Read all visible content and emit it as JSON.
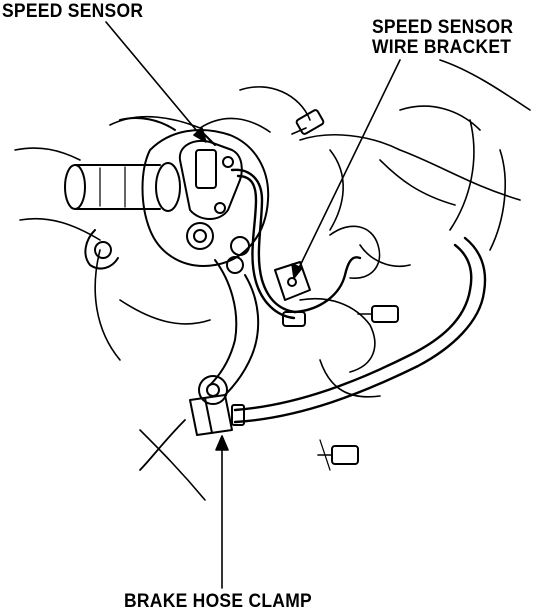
{
  "labels": {
    "speed_sensor": "SPEED SENSOR",
    "wire_bracket_line1": "SPEED SENSOR",
    "wire_bracket_line2": "WIRE BRACKET",
    "brake_hose_clamp": "BRAKE HOSE CLAMP"
  },
  "colors": {
    "ink": "#000000",
    "paper": "#ffffff"
  }
}
